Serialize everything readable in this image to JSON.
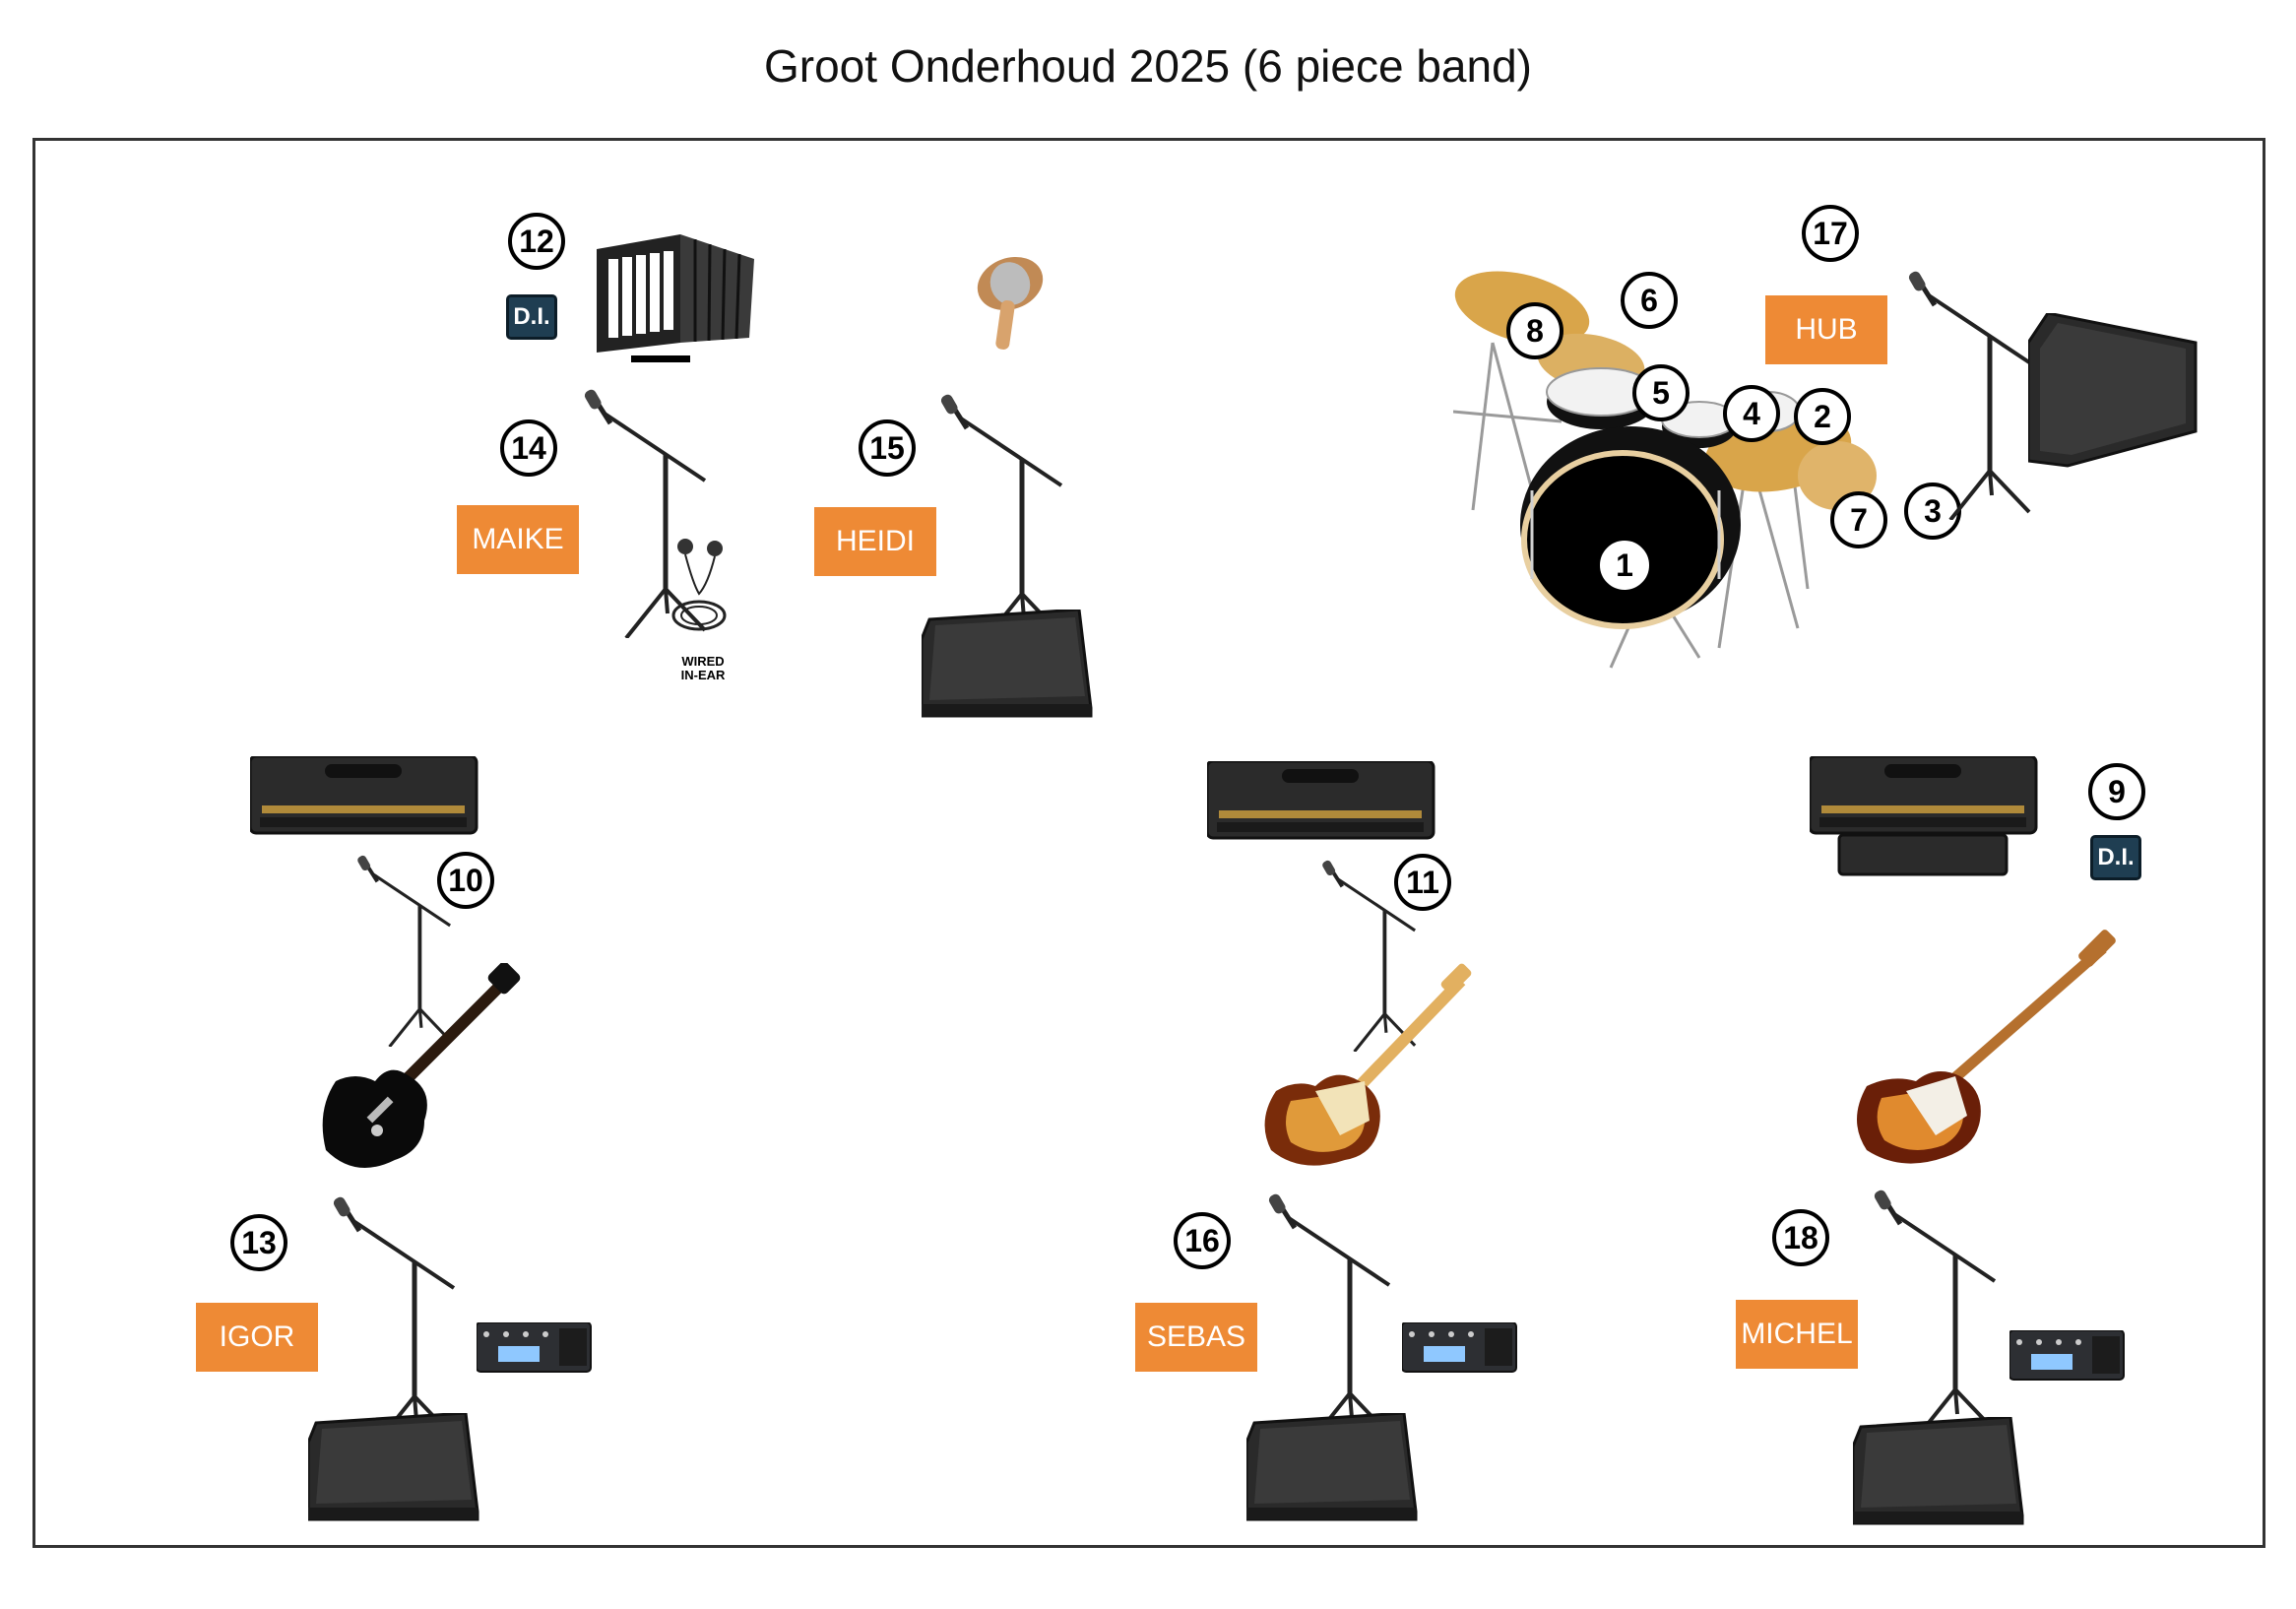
{
  "title": "Groot Onderhoud 2025 (6 piece band)",
  "musicians": {
    "maike": "MAIKE",
    "heidi": "HEIDI",
    "hub": "HUB",
    "igor": "IGOR",
    "sebas": "SEBAS",
    "michel": "MICHEL"
  },
  "channels": {
    "c1": "1",
    "c2": "2",
    "c3": "3",
    "c4": "4",
    "c5": "5",
    "c6": "6",
    "c7": "7",
    "c8": "8",
    "c9": "9",
    "c10": "10",
    "c11": "11",
    "c12": "12",
    "c13": "13",
    "c14": "14",
    "c15": "15",
    "c16": "16",
    "c17": "17",
    "c18": "18"
  },
  "di_label": "D.I.",
  "inear_label": "WIRED\nIN-EAR",
  "colors": {
    "tag": "#ee8a35",
    "cymbal": "#d9a54a",
    "drum_shell": "#111111",
    "drum_head": "#e8cfa0"
  }
}
